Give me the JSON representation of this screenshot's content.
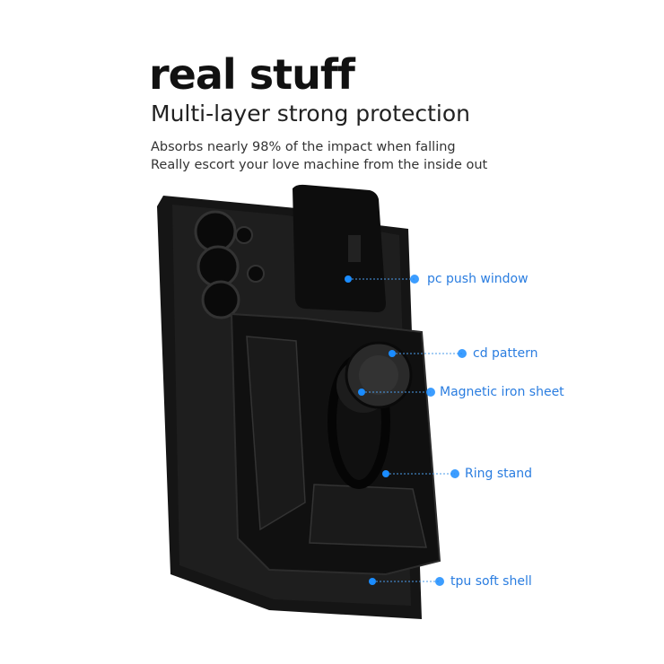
{
  "header": {
    "title": "real stuff",
    "subtitle": "Multi-layer strong protection",
    "lines": [
      "Absorbs nearly 98% of the impact when falling",
      "Really escort your love machine from the inside out"
    ]
  },
  "callouts": [
    {
      "label": "pc push window"
    },
    {
      "label": "cd pattern"
    },
    {
      "label": "Magnetic iron sheet"
    },
    {
      "label": "Ring stand"
    },
    {
      "label": "tpu soft shell"
    }
  ],
  "colors": {
    "accent": "#2a7de0",
    "dot": "#1a8cff",
    "case": "#141414"
  }
}
